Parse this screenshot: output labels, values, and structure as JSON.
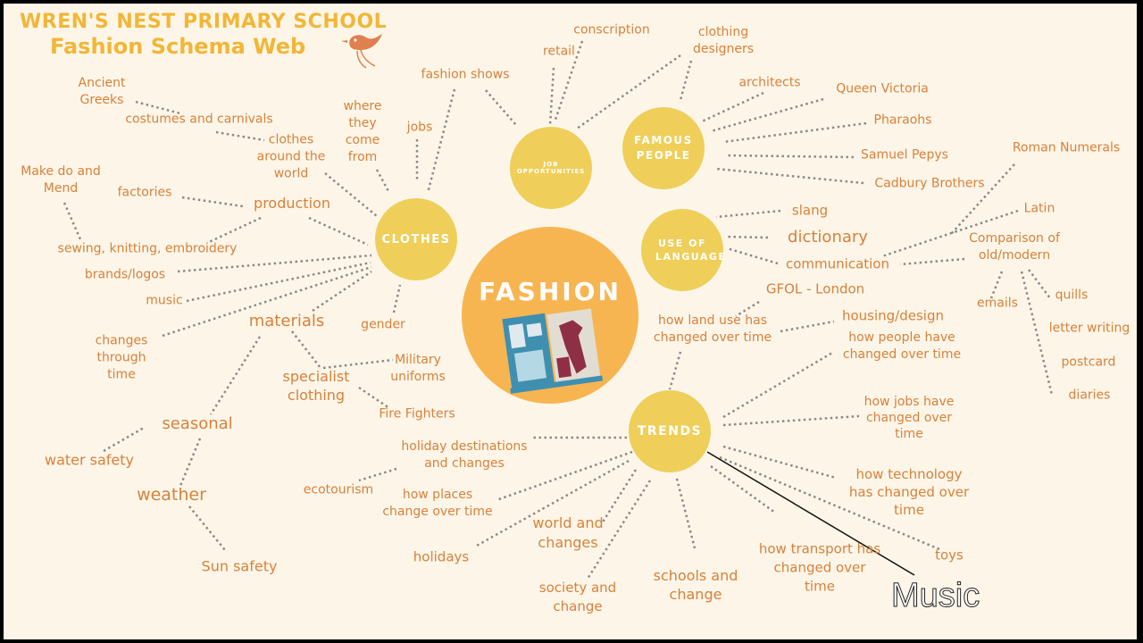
{
  "header": {
    "school": "WREN'S NEST PRIMARY SCHOOL",
    "subtitle": "Fashion Schema Web"
  },
  "nodes": {
    "fashion": "FASHION",
    "clothes": "CLOTHES",
    "job_opportunities": "JOB OPPORTUNITIES",
    "famous_people": "FAMOUS PEOPLE",
    "use_of_language": "USE OF LANGUAGE",
    "trends": "TRENDS"
  },
  "labels": {
    "ancient_greeks": "Ancient\nGreeks",
    "costumes_and_carnivals": "costumes and carnivals",
    "clothes_around_the_world": "clothes\naround the\nworld",
    "where_they_come_from": "where\nthey\ncome\nfrom",
    "jobs": "jobs",
    "fashion_shows": "fashion shows",
    "make_do_and_mend": "Make do and\nMend",
    "factories": "factories",
    "production": "production",
    "sewing": "sewing, knitting, embroidery",
    "brands_logos": "brands/logos",
    "music": "music",
    "materials": "materials",
    "gender": "gender",
    "changes_through_time": "changes\nthrough\ntime",
    "specialist_clothing": "specialist\nclothing",
    "military_uniforms": "Military\nuniforms",
    "fire_fighters": "Fire Fighters",
    "seasonal": "seasonal",
    "water_safety": "water safety",
    "weather": "weather",
    "sun_safety": "Sun safety",
    "conscription": "conscription",
    "retail": "retail",
    "clothing_designers": "clothing\ndesigners",
    "architects": "architects",
    "queen_victoria": "Queen Victoria",
    "pharaohs": "Pharaohs",
    "samuel_pepys": "Samuel Pepys",
    "cadbury_brothers": "Cadbury Brothers",
    "slang": "slang",
    "dictionary": "dictionary",
    "communication": "communication",
    "roman_numerals": "Roman Numerals",
    "latin": "Latin",
    "comparison": "Comparison of\nold/modern",
    "emails": "emails",
    "quills": "quills",
    "letter_writing": "letter writing",
    "postcard": "postcard",
    "diaries": "diaries",
    "gfol_london": "GFOL - London",
    "housing_design": "housing/design",
    "land_use": "how land use has\nchanged over time",
    "people_changed": "how people have\nchanged over time",
    "jobs_changed": "how jobs have\nchanged over\ntime",
    "technology_changed": "how technology\nhas changed over\ntime",
    "toys": "toys",
    "transport_changed": "how transport has\nchanged over\ntime",
    "schools_and_change": "schools and\nchange",
    "society_and_change": "society and\nchange",
    "world_and_changes": "world and\nchanges",
    "holidays": "holidays",
    "how_places_change": "how places\nchange over time",
    "ecotourism": "ecotourism",
    "holiday_destinations": "holiday destinations\nand changes"
  },
  "annotation": {
    "music": "Music"
  },
  "icons": [
    "fishing-bird-logo-icon",
    "fashion-magazine-icon"
  ],
  "colors": {
    "background": "#fdf6e8",
    "frame": "#000000",
    "text": "#d9803a",
    "title": "#f2b637",
    "node": "#efcf5a",
    "hub": "#f7b551",
    "connector": "#8a8a8a"
  }
}
